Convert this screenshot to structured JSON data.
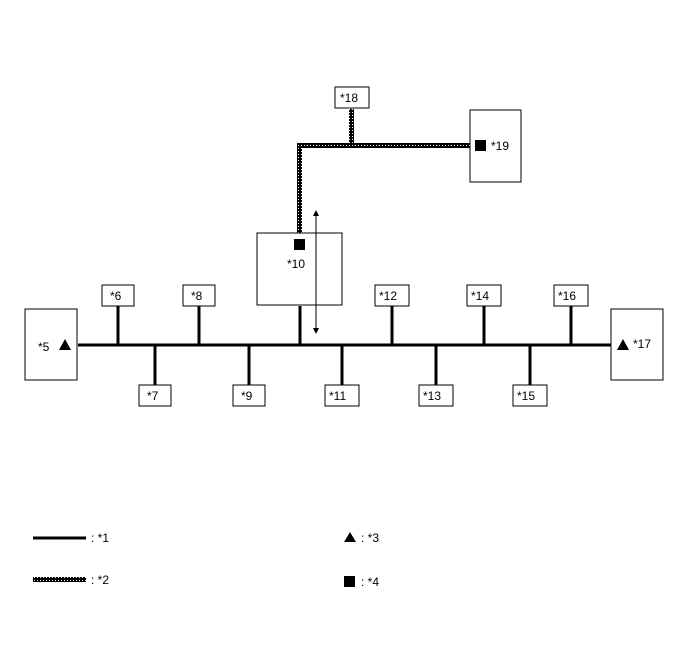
{
  "colors": {
    "line": "#000000",
    "background": "#ffffff",
    "box_border": "#000000"
  },
  "icons": {
    "triangle": "triangle-icon",
    "square": "square-icon",
    "double_arrow": "double-arrow-icon"
  },
  "nodes": {
    "n5": "*5",
    "n6": "*6",
    "n7": "*7",
    "n8": "*8",
    "n9": "*9",
    "n10": "*10",
    "n11": "*11",
    "n12": "*12",
    "n13": "*13",
    "n14": "*14",
    "n15": "*15",
    "n16": "*16",
    "n17": "*17",
    "n18": "*18",
    "n19": "*19"
  },
  "legend": {
    "solid_line": ": *1",
    "dotted_line": ": *2",
    "triangle": ": *3",
    "square": ": *4"
  }
}
